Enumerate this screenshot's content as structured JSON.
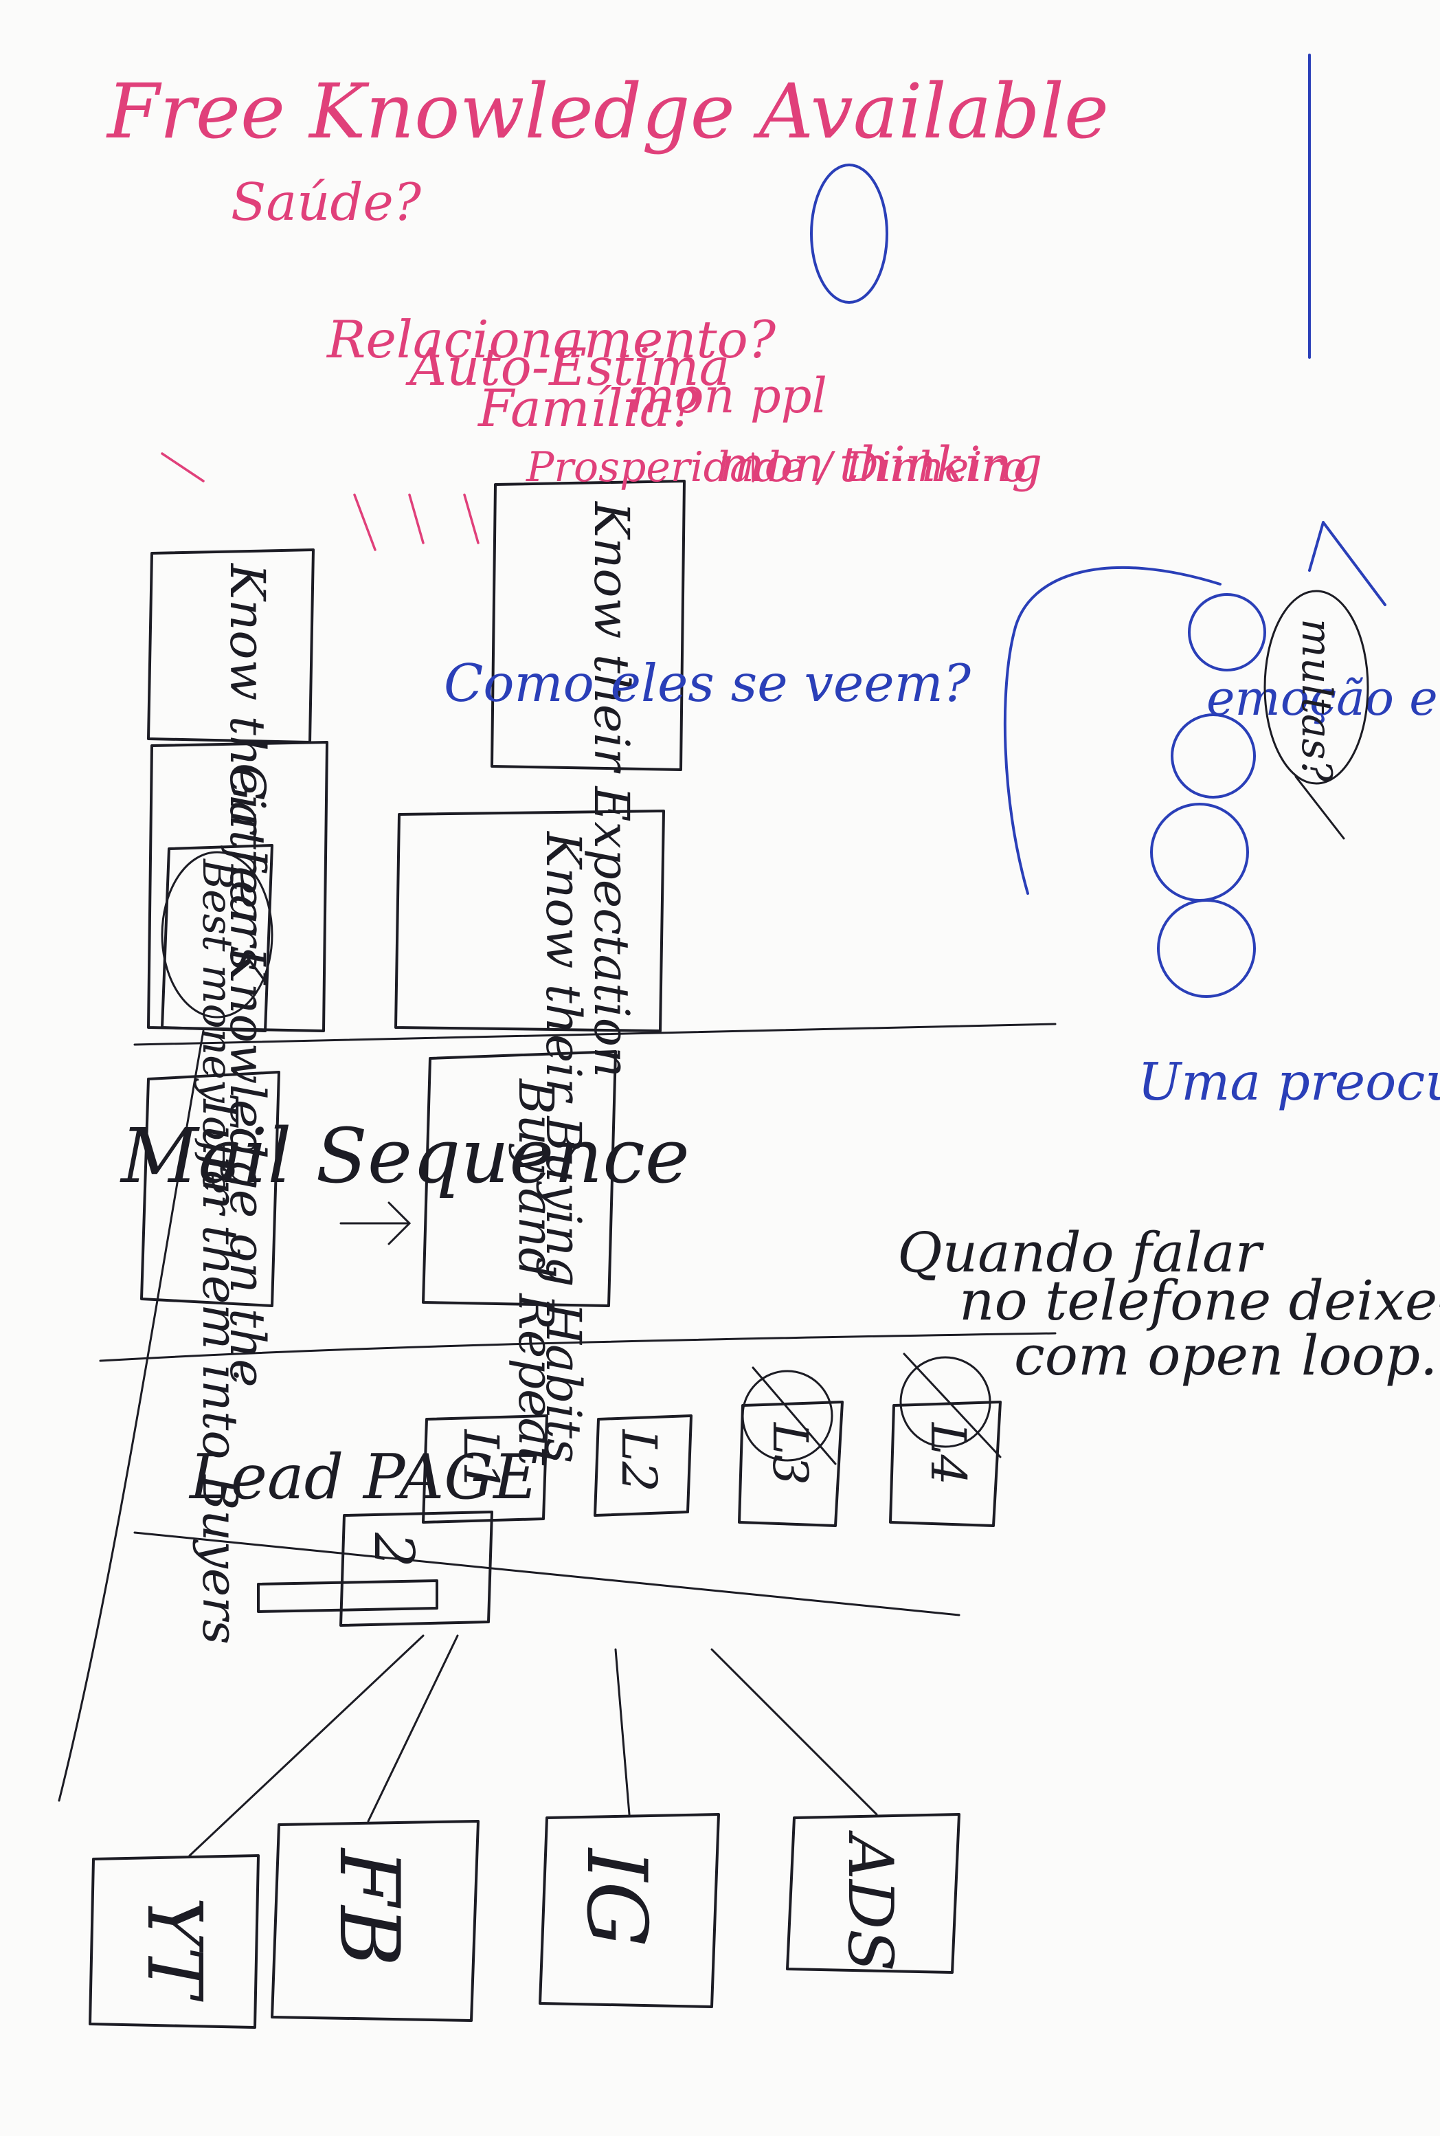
{
  "sources": {
    "yt": "YT",
    "fb": "FB",
    "ig": "IG",
    "ads": "ADS"
  },
  "lead_page": {
    "title": "Lead PAGE",
    "marker": "2",
    "steps": [
      "L1",
      "L2",
      "L3",
      "L4"
    ]
  },
  "mail_sequence": {
    "title": "Mail Sequence",
    "turn_box": "Turn them into Buyers",
    "buy_box": "Buy and Repeat",
    "best_money_offer": "Best money offer"
  },
  "knowledge_boxes": {
    "gather": "Gather Knowledge on the",
    "fears": "Know their fears",
    "habits": "Know their Buying Habits",
    "expectations": "Know their Expectation"
  },
  "free_knowledge": {
    "title": "Free Knowledge Available",
    "items": [
      "Saúde?",
      "Relacionamento?",
      "Auto-Estima",
      "Família?",
      "Prosperidade / Dinheiro"
    ],
    "money": [
      "mon ppl",
      "mon thinking"
    ]
  },
  "blue_notes": {
    "question": "Como eles se veem?",
    "vibes": "emoção e peso tempo energia e dinheiro",
    "phrase": "Uma preocupação",
    "bubble": "multas?"
  },
  "bottom_note": {
    "line1": "Quando falar",
    "line2": "no telefone deixe-o",
    "line3": "com open loop."
  },
  "colors": {
    "ink": "#1c1c24",
    "pink": "#e0407a",
    "blue": "#2a3fb8",
    "paper": "#fbfbfa"
  }
}
